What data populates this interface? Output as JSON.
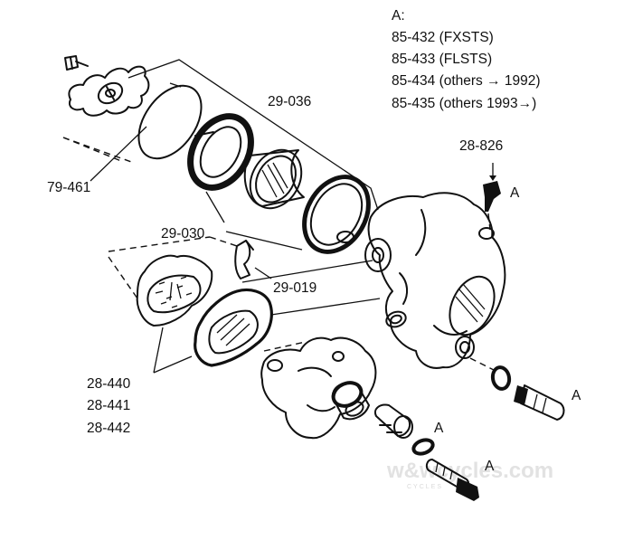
{
  "legend": {
    "heading": "A:",
    "lines": [
      "85-432 (FXSTS)",
      "85-433 (FLSTS)",
      "85-434 (others → 1992)",
      "85-435 (others 1993→)"
    ]
  },
  "callouts": {
    "cover_gasket": "79-461",
    "seal_kit": "29-036",
    "bleeder": "28-826",
    "piston_seal": "29-030",
    "clip": "29-019",
    "pads": [
      "28-440",
      "28-441",
      "28-442"
    ],
    "marker_a": "A"
  },
  "watermark": {
    "text": "w&wcycles.com",
    "sub": "CYCLES"
  }
}
